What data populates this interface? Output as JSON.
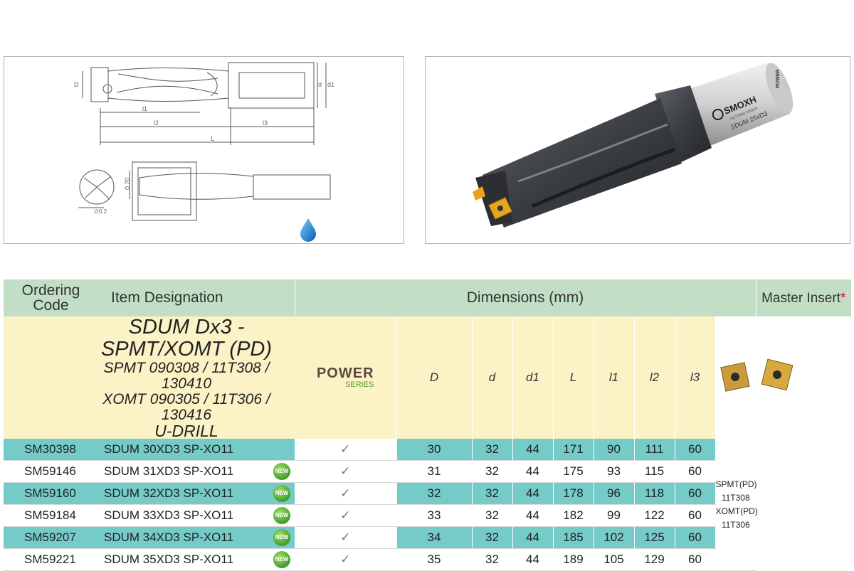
{
  "drawing": {
    "dim_labels": [
      "D",
      "d",
      "d1",
      "l1",
      "l2",
      "l3",
      "L",
      "0.20",
      "∅0.2"
    ],
    "coolant_icon": "water-drop-icon",
    "flute_icons": [
      "insert-block-icon",
      "insert-block-green-1-icon",
      "insert-block-green-2-icon",
      "insert-block-green-3-icon"
    ]
  },
  "photo": {
    "brand": "SMOXH",
    "brand_sub": "CUTTING TOOLS",
    "marking": "SDUM 25xD3",
    "side_text": "POWER"
  },
  "table": {
    "headers": {
      "ordering_code": "Ordering Code",
      "item_designation": "Item Designation",
      "dimensions": "Dimensions (mm)",
      "master_insert": "Master Insert",
      "master_insert_mark": "*"
    },
    "title": {
      "line1": "SDUM Dx3 - SPMT/XOMT (PD)",
      "line2": "SPMT 090308 / 11T308 / 130410",
      "line3": "XOMT 090305 / 11T306 / 130416",
      "line4": "U-DRILL"
    },
    "power_logo": {
      "word": "POWER",
      "sub": "SERIES"
    },
    "dim_headers": [
      "D",
      "d",
      "d1",
      "L",
      "l1",
      "l2",
      "l3"
    ],
    "master_insert_text": {
      "line1": "SPMT(PD) 11T308",
      "line2": "XOMT(PD) 11T306"
    },
    "rows": [
      {
        "code": "SM30398",
        "designation": "SDUM 30XD3 SP-XO11",
        "new": false,
        "check": "✓",
        "dims": [
          "30",
          "32",
          "44",
          "171",
          "90",
          "111",
          "60"
        ]
      },
      {
        "code": "SM59146",
        "designation": "SDUM 31XD3 SP-XO11",
        "new": true,
        "check": "✓",
        "dims": [
          "31",
          "32",
          "44",
          "175",
          "93",
          "115",
          "60"
        ]
      },
      {
        "code": "SM59160",
        "designation": "SDUM 32XD3 SP-XO11",
        "new": true,
        "check": "✓",
        "dims": [
          "32",
          "32",
          "44",
          "178",
          "96",
          "118",
          "60"
        ]
      },
      {
        "code": "SM59184",
        "designation": "SDUM 33XD3 SP-XO11",
        "new": true,
        "check": "✓",
        "dims": [
          "33",
          "32",
          "44",
          "182",
          "99",
          "122",
          "60"
        ]
      },
      {
        "code": "SM59207",
        "designation": "SDUM 34XD3 SP-XO11",
        "new": true,
        "check": "✓",
        "dims": [
          "34",
          "32",
          "44",
          "185",
          "102",
          "125",
          "60"
        ]
      },
      {
        "code": "SM59221",
        "designation": "SDUM 35XD3 SP-XO11",
        "new": true,
        "check": "✓",
        "dims": [
          "35",
          "32",
          "44",
          "189",
          "105",
          "129",
          "60"
        ]
      }
    ],
    "new_badge_text": "NEW"
  },
  "colors": {
    "header_bg": "#c2dfc6",
    "title_bg": "#fbf2c6",
    "teal_row": "#74cbc8",
    "power_green": "#5aa02c"
  }
}
